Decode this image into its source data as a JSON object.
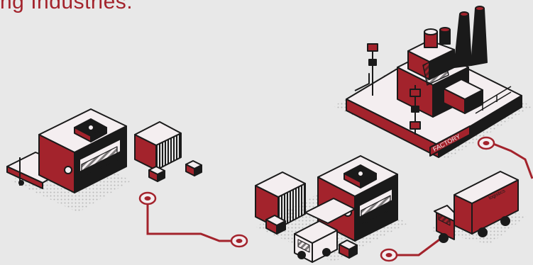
{
  "heading": {
    "text": "ng Industries."
  },
  "colors": {
    "background": "#e8e8e8",
    "accent": "#a3232c",
    "dark": "#1a1a1a",
    "light": "#f4eef0",
    "dots": "#b9b9b9"
  },
  "factory": {
    "sign": "FACTORY"
  },
  "truck": {
    "brand": "logistics"
  },
  "icons": [
    "factory-icon",
    "warehouse-icon",
    "shipping-container-icon",
    "delivery-van-icon",
    "delivery-truck-icon",
    "route-node-icon",
    "route-line-icon"
  ]
}
